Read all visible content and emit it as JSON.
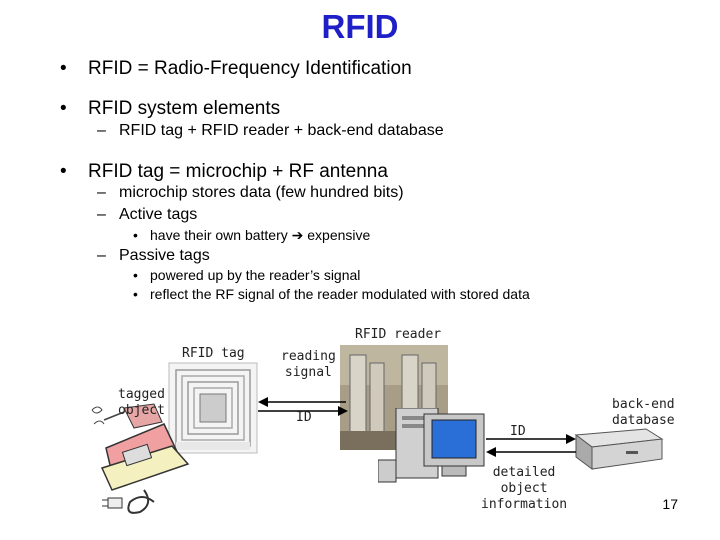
{
  "title": "RFID",
  "bullets": {
    "b1": "RFID = Radio-Frequency Identification",
    "b2": "RFID system elements",
    "b2_sub1": "RFID tag + RFID reader + back-end database",
    "b3": "RFID tag = microchip + RF antenna",
    "b3_sub1": "microchip stores data (few hundred bits)",
    "b3_sub2": "Active tags",
    "b3_sub2_item1_a": "have their own battery",
    "b3_sub2_item1_b": "expensive",
    "b3_sub3": "Passive tags",
    "b3_sub3_item1": "powered up by the reader’s signal",
    "b3_sub3_item2": "reflect the RF signal of the reader modulated with stored data"
  },
  "diagram": {
    "rfid_tag": "RFID tag",
    "tagged_object_1": "tagged",
    "tagged_object_2": "object",
    "rfid_reader": "RFID reader",
    "reading_signal_1": "reading",
    "reading_signal_2": "signal",
    "id_left": "ID",
    "id_right": "ID",
    "backend_1": "back-end",
    "backend_2": "database",
    "detailed_1": "detailed",
    "detailed_2": "object",
    "detailed_3": "information"
  },
  "page_number": "17",
  "colors": {
    "title": "#1f1fc8"
  }
}
